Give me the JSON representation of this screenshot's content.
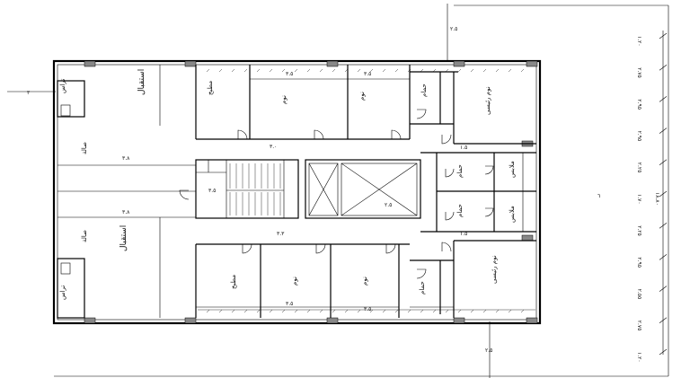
{
  "rooms": {
    "terrace_top": "تراس",
    "reception_top": "استقبال",
    "kitchen_top": "مطبخ",
    "bedroom_top_1": "نوم",
    "bedroom_top_2": "نوم",
    "bath_top": "حمام",
    "master_top": "نوم رئيسى",
    "hall_top": "صالة",
    "reception_bottom": "استقبال",
    "terrace_bottom": "تراس",
    "hall_bottom": "صالة",
    "kitchen_bottom": "مطبخ",
    "bedroom_bottom_1": "نوم",
    "bedroom_bottom_2": "نوم",
    "bath_bottom": "حمام",
    "master_bottom": "نوم رئيسى",
    "bath_mid_1": "حمام",
    "bath_mid_2": "حمام",
    "dress_1": "ملابس",
    "dress_2": "ملابس"
  },
  "dims": {
    "d_top_axis": "٢.٥",
    "d_left_axis": "٣",
    "d_bottom_axis": "٢.٥",
    "d_right_mark": "٦",
    "d_mid": "٣.٠",
    "d_hall_top": "٣.٨",
    "d_hall_bot": "٣.٨",
    "d_stair": "٣.٥",
    "d_shaft": "٢.٥",
    "d_mid_l": "٣.٣",
    "d_room1": "٣.٥",
    "d_room2": "٣.٥",
    "d_room3": "٣.٥",
    "d_room4": "٣.٥",
    "d_side_top": "١.٥",
    "d_side_bot": "١.٥",
    "d_total": "١٨.٨٠"
  },
  "right_dims": [
    "١.٢٠",
    "٢.٧٥",
    "٢.٩٥",
    "٢.٩٥",
    "٢.٢٥",
    "١.٧٠",
    "٢.٢٥",
    "٢.٩٥",
    "٢.٥٥",
    "٢.٧٥",
    "١.٢٠"
  ],
  "colors": {
    "line": "#000000",
    "column": "#888888",
    "paper": "#ffffff"
  }
}
